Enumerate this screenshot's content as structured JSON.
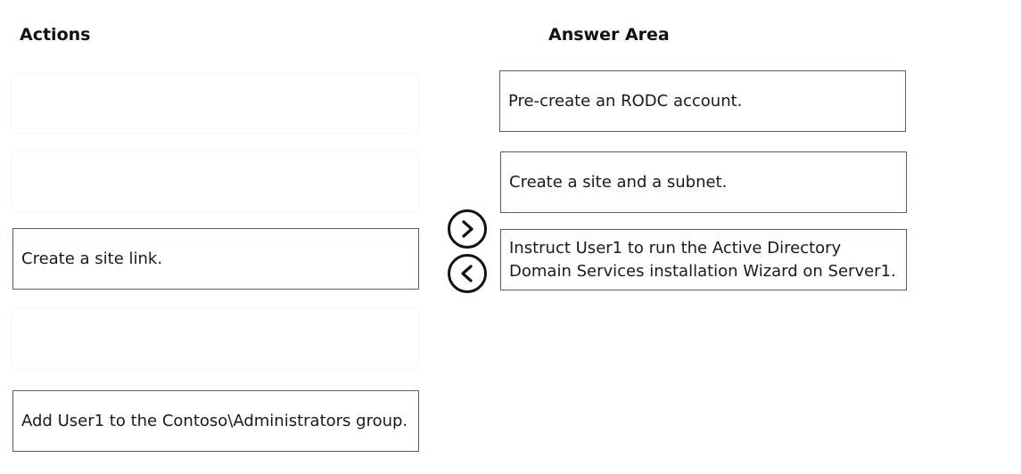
{
  "actions": {
    "heading": "Actions",
    "items": [
      {
        "label": ""
      },
      {
        "label": ""
      },
      {
        "label": "Create a site link."
      },
      {
        "label": ""
      },
      {
        "label": "Add User1 to the Contoso\\Administrators group."
      }
    ]
  },
  "answer_area": {
    "heading": "Answer Area",
    "items": [
      {
        "label": "Pre-create an RODC account."
      },
      {
        "label": "Create a site and a subnet."
      },
      {
        "label": "Instruct User1 to run the Active Directory Domain Services installation Wizard on Server1."
      }
    ]
  },
  "controls": {
    "move_right_icon": "chevron-right-circle-icon",
    "move_left_icon": "chevron-left-circle-icon"
  },
  "colors": {
    "box_border": "#4a6178",
    "text": "#1a1a1a"
  }
}
